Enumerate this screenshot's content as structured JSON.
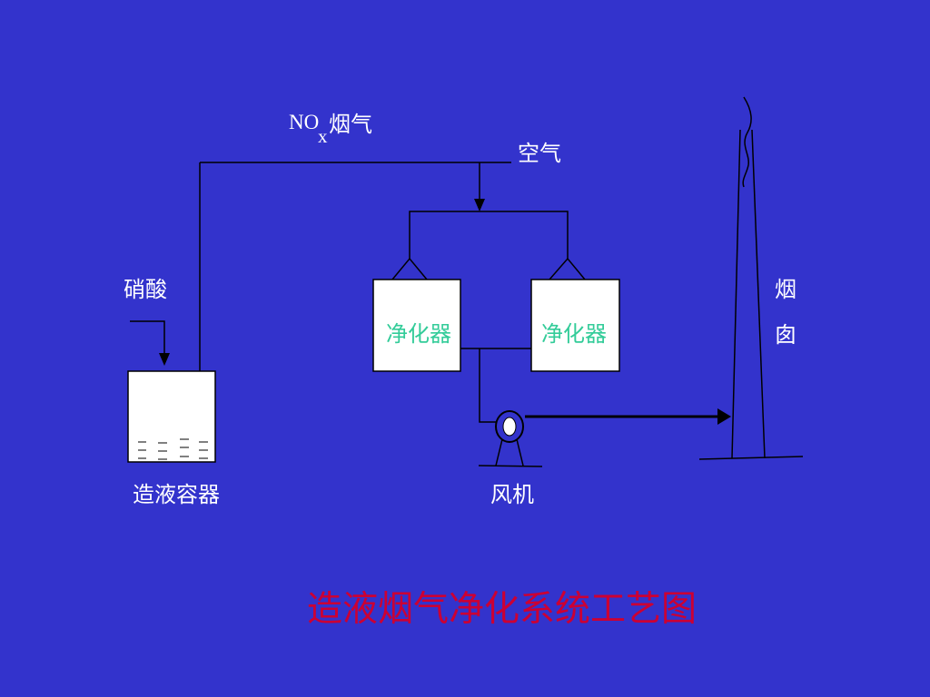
{
  "labels": {
    "nox_main": "NO",
    "nox_subscript": "x",
    "nox_suffix": "烟气",
    "air": "空气",
    "nitric_acid": "硝酸",
    "liquid_container": "造液容器",
    "fan": "风机",
    "chimney": [
      "烟",
      "囱"
    ],
    "purifiers": [
      "净化器",
      "净化器"
    ]
  },
  "title": "造液烟气净化系统工艺图",
  "colors": {
    "background": "#3333CC",
    "title": "#CC0033",
    "purifier_text": "#33CC99",
    "label_text": "#FFFFFF",
    "lines": "#000000",
    "box_fill": "#FFFFFF"
  }
}
